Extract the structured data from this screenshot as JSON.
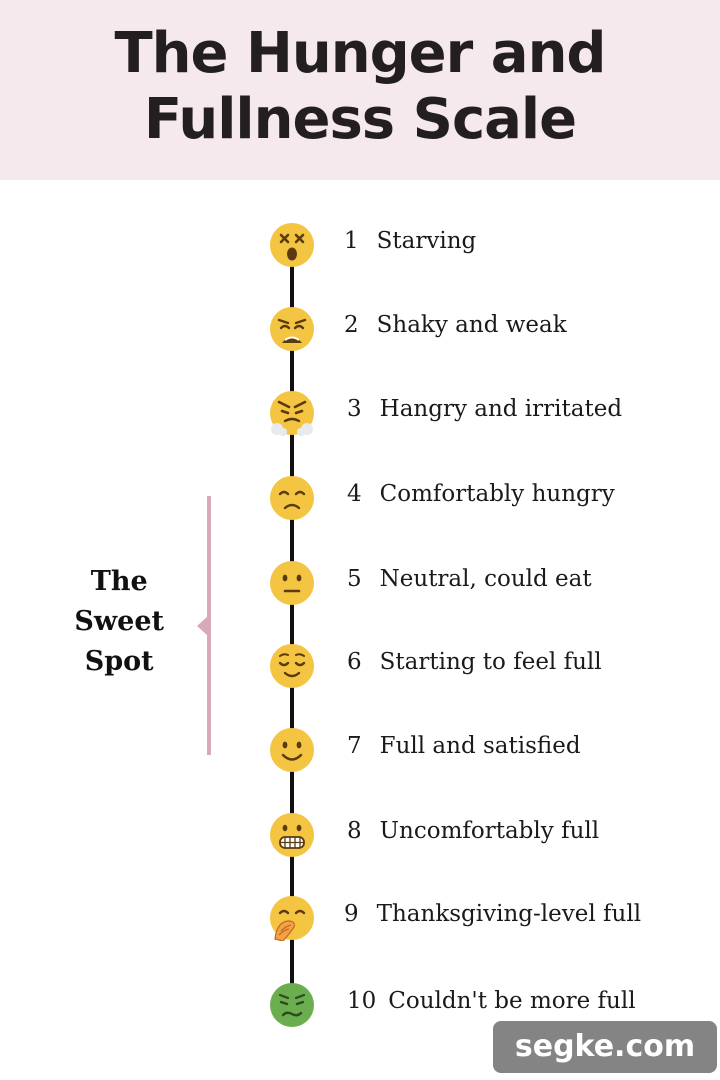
{
  "header": {
    "title_line1": "The Hunger and",
    "title_line2": "Fullness Scale"
  },
  "sweet_spot": {
    "line1": "The",
    "line2": "Sweet",
    "line3": "Spot",
    "range": [
      4,
      7
    ],
    "color": "#d9aab5"
  },
  "levels": [
    {
      "number": "1",
      "label": "Starving",
      "icon": "dizzy-face-icon"
    },
    {
      "number": "2",
      "label": "Shaky and weak",
      "icon": "weary-face-icon"
    },
    {
      "number": "3",
      "label": "Hangry and irritated",
      "icon": "steaming-angry-face-icon"
    },
    {
      "number": "4",
      "label": "Comfortably hungry",
      "icon": "disappointed-face-icon"
    },
    {
      "number": "5",
      "label": "Neutral, could eat",
      "icon": "neutral-face-icon"
    },
    {
      "number": "6",
      "label": "Starting to feel full",
      "icon": "relieved-face-icon"
    },
    {
      "number": "7",
      "label": "Full and satisfied",
      "icon": "smiling-face-icon"
    },
    {
      "number": "8",
      "label": "Uncomfortably full",
      "icon": "grimacing-face-icon"
    },
    {
      "number": "9",
      "label": "Thanksgiving-level full",
      "icon": "hand-over-mouth-face-icon"
    },
    {
      "number": "10",
      "label": "Couldn't be more full",
      "icon": "nauseated-face-icon"
    }
  ],
  "colors": {
    "header_bg": "#f5e9ee",
    "emoji_yellow": "#f4c542",
    "emoji_green": "#6aae4f",
    "spine": "#111111"
  },
  "watermark": "segke.com"
}
